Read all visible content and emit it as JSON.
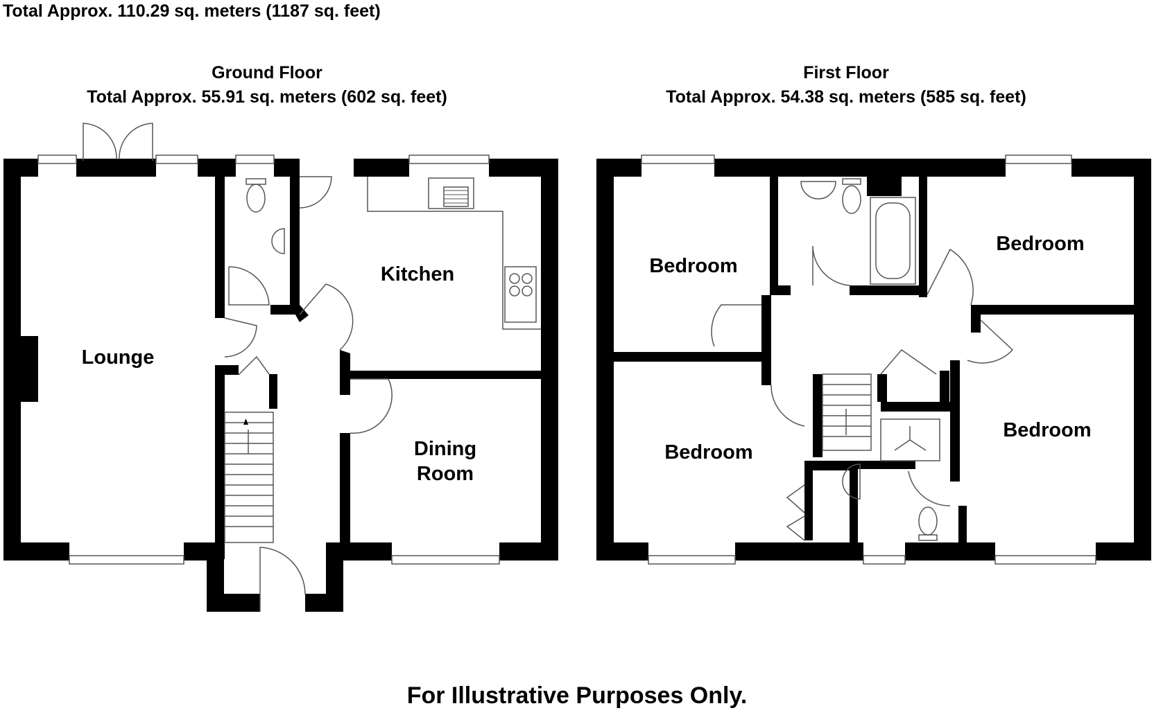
{
  "header": {
    "total_area": "Total Approx. 110.29 sq. meters (1187 sq. feet)"
  },
  "floors": {
    "ground": {
      "title": "Ground Floor",
      "area": "Total Approx. 55.91 sq. meters (602 sq. feet)",
      "rooms": {
        "lounge": "Lounge",
        "kitchen": "Kitchen",
        "dining_line1": "Dining",
        "dining_line2": "Room"
      }
    },
    "first": {
      "title": "First Floor",
      "area": "Total Approx. 54.38 sq. meters (585 sq. feet)",
      "rooms": {
        "bedroom_top_left": "Bedroom",
        "bedroom_top_right": "Bedroom",
        "bedroom_bottom_left": "Bedroom",
        "bedroom_bottom_right": "Bedroom"
      }
    }
  },
  "footer": {
    "note": "For Illustrative Purposes Only."
  },
  "colors": {
    "wall": "#000000",
    "background": "#ffffff",
    "line": "#555555"
  }
}
